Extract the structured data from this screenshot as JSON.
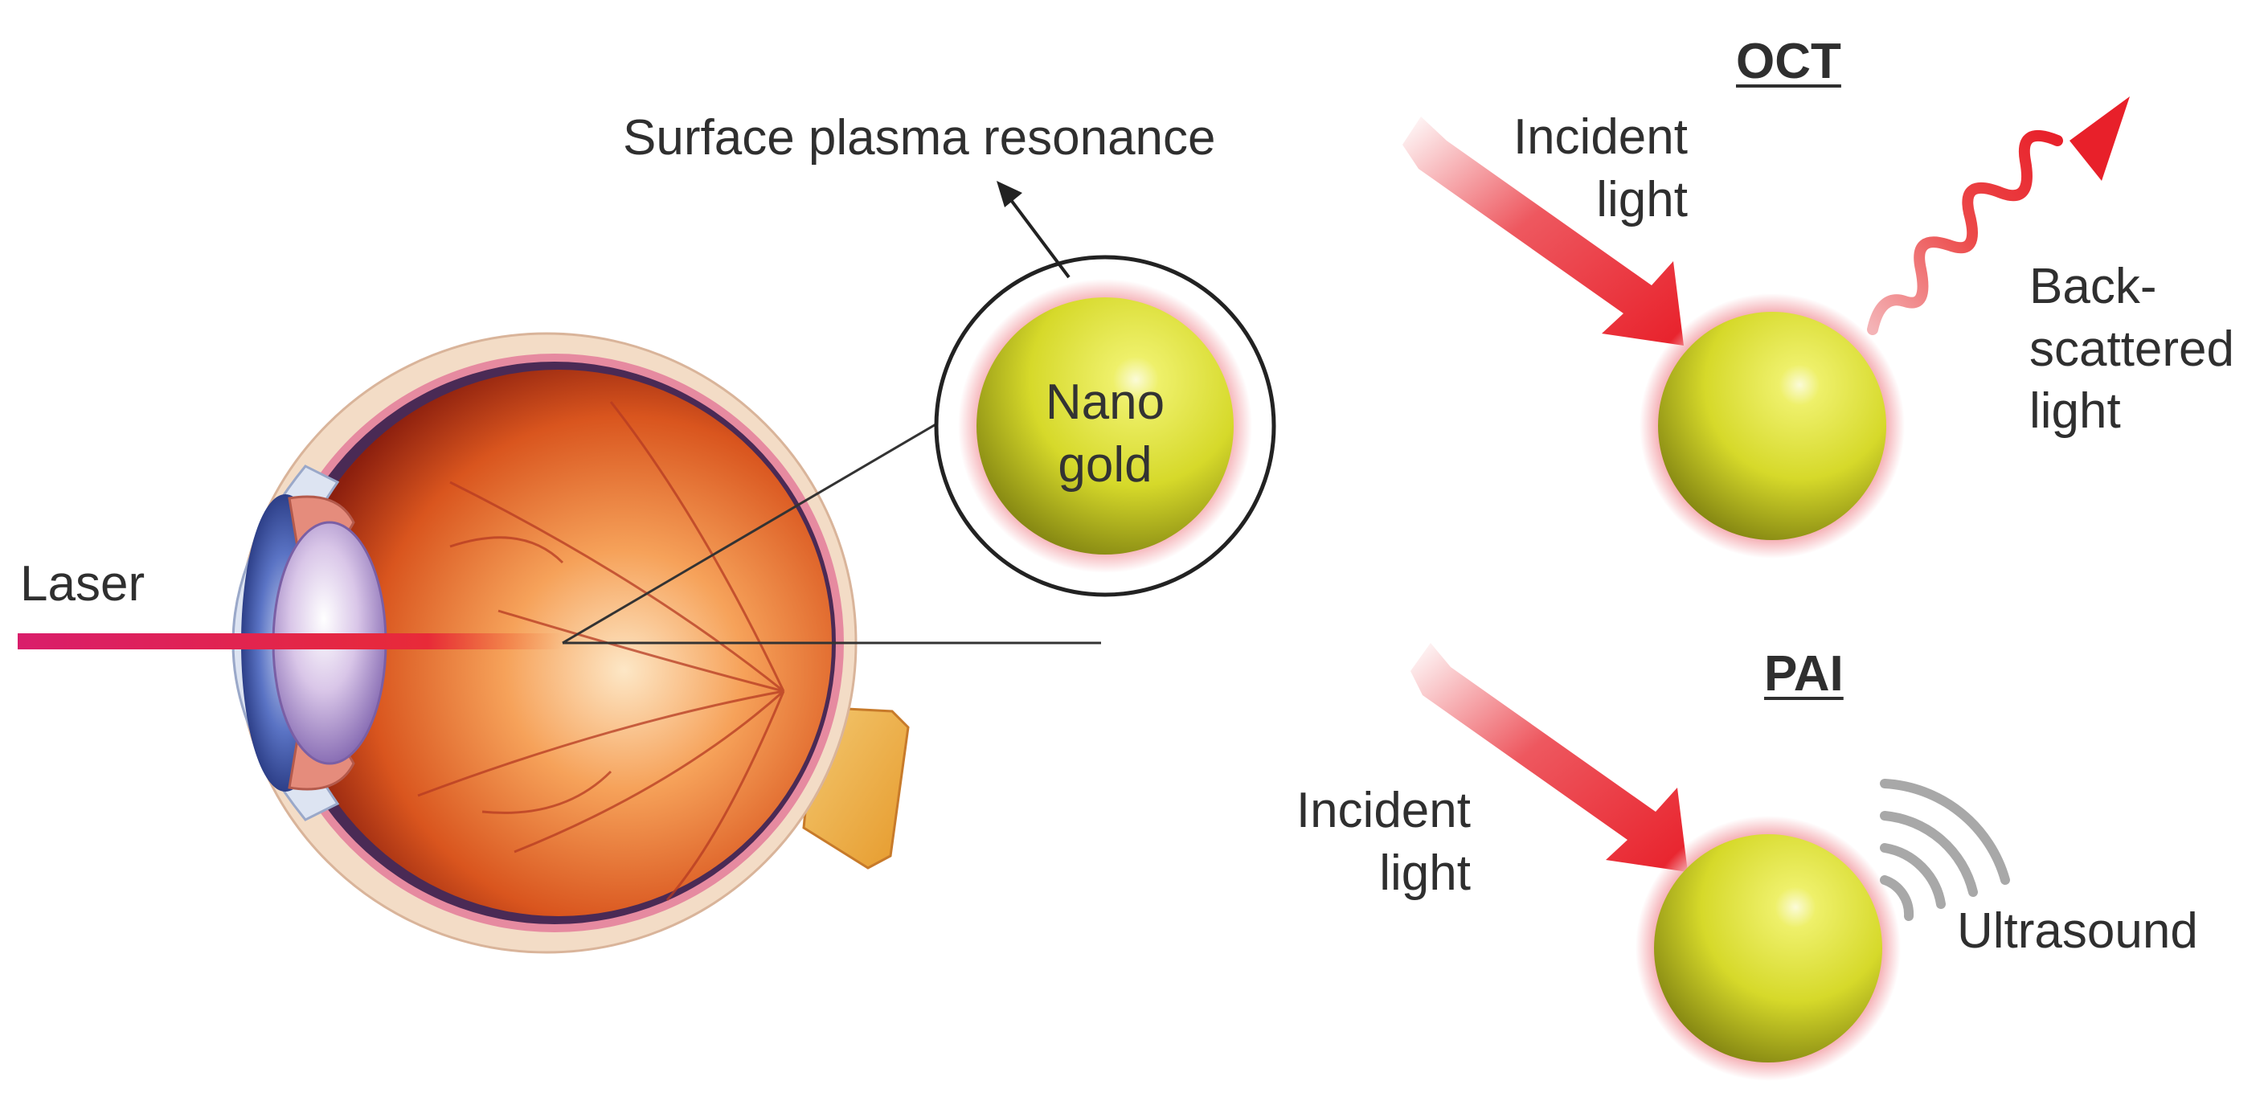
{
  "labels": {
    "laser": "Laser",
    "surface_plasma_resonance": "Surface plasma resonance",
    "nano_gold_line1": "Nano",
    "nano_gold_line2": "gold",
    "oct_title": "OCT",
    "oct_incident_line1": "Incident",
    "oct_incident_line2": "light",
    "backscattered_line1": "Back-",
    "backscattered_line2": "scattered",
    "backscattered_line3": "light",
    "pai_title": "PAI",
    "pai_incident_line1": "Incident",
    "pai_incident_line2": "light",
    "ultrasound": "Ultrasound"
  },
  "colors": {
    "gold_sphere": "#d6d92a",
    "gold_glow": "#f4a7ad",
    "laser_beam": "#e0205a",
    "incident_arrow": "#e8202a",
    "ultrasound_waves": "#a8a8a8",
    "eye_flesh": "#e8742a",
    "text": "#2f2f2f"
  }
}
